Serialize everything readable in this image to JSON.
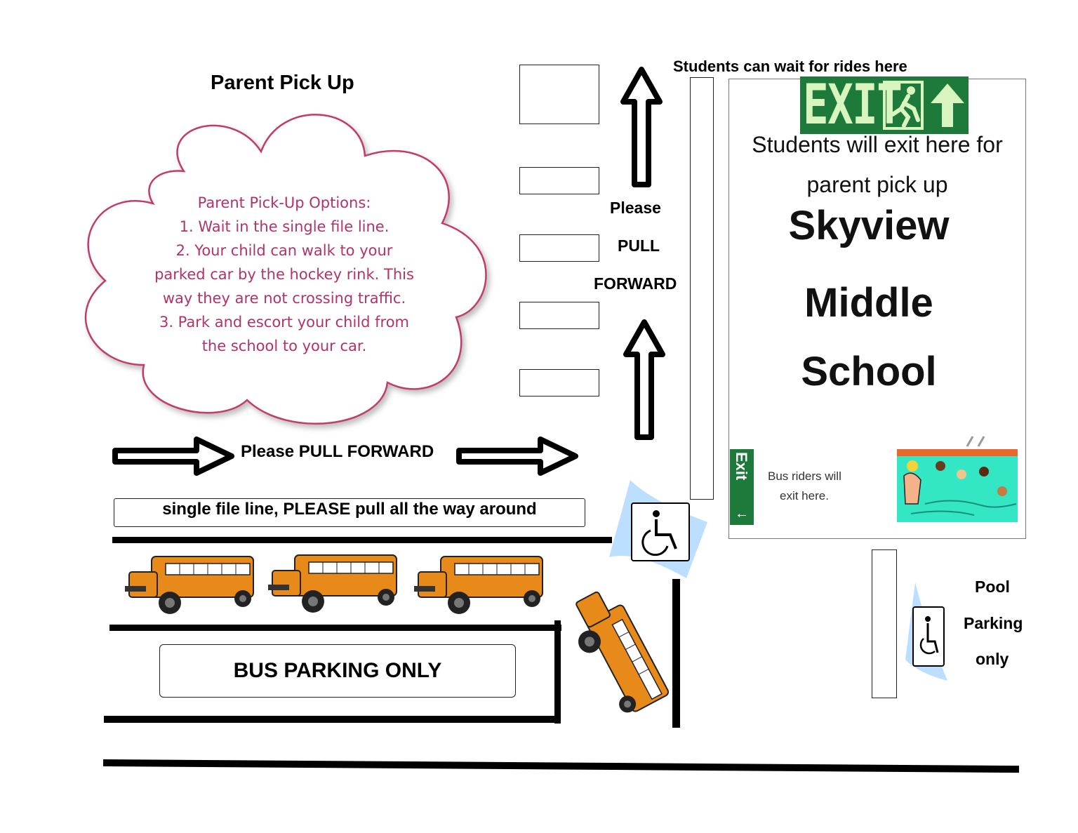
{
  "title": "Parent Pick Up",
  "pickup_options": {
    "heading": "Parent Pick-Up Options:",
    "lines": [
      "1. Wait in the single file line.",
      "2. Your child can walk to your",
      "parked car by the hockey rink. This",
      "way they are not crossing traffic.",
      "3. Park and escort your child from",
      "the school to your car."
    ]
  },
  "wait_label": "Students can wait for rides here",
  "exit_sign": "EXIT",
  "students_exit": [
    "Students will exit here for",
    "parent pick up"
  ],
  "school_name": [
    "Skyview",
    "Middle",
    "School"
  ],
  "pull_forward_vertical": [
    "Please",
    "PULL",
    "FORWARD"
  ],
  "pull_forward_horizontal": "Please PULL FORWARD",
  "single_file": "single file line, PLEASE pull all the way around",
  "bus_parking": "BUS PARKING ONLY",
  "side_exit_sign": "Exit",
  "bus_riders": [
    "Bus riders will",
    "exit here."
  ],
  "pool_parking": [
    "Pool",
    "Parking",
    "only"
  ],
  "colors": {
    "cloud_text": "#b0336a",
    "cloud_border": "#c23b6e",
    "exit_green": "#1e7a3a",
    "exit_letters": "#d8f5c0",
    "bus_orange": "#e88a1a",
    "pool_water": "#33e6c4",
    "accessible_blue": "#7fbfff"
  },
  "icons": [
    "arrow-up-icon",
    "arrow-right-icon",
    "wheelchair-icon",
    "school-bus-icon",
    "running-man-icon",
    "swimming-pool-icon"
  ]
}
